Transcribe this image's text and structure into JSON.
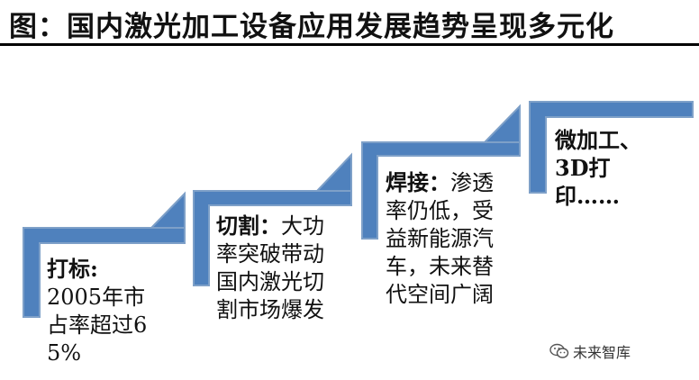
{
  "title": "图：国内激光加工设备应用发展趋势呈现多元化",
  "colors": {
    "step_fill": "#4f81bd",
    "step_edge": "#7ea0c8",
    "title_rule": "#000000"
  },
  "steps": [
    {
      "heading": "打标:",
      "body": "2005年市占率超过65%"
    },
    {
      "heading": "切割：",
      "body": "大功率突破带动国内激光切割市场爆发"
    },
    {
      "heading": "焊接：",
      "body": "渗透率仍低，受益新能源汽车，未来替代空间广阔"
    },
    {
      "heading": "",
      "body": "微加工、3D打印……"
    }
  ],
  "watermark": {
    "icon": "wechat-icon",
    "text": "未来智库"
  }
}
